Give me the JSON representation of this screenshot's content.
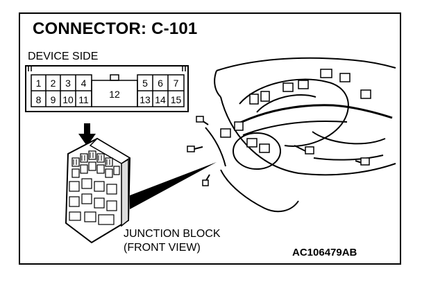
{
  "title": "CONNECTOR: C-101",
  "device_side_label": "DEVICE SIDE",
  "junction_block_label_line1": "JUNCTION BLOCK",
  "junction_block_label_line2": "(FRONT VIEW)",
  "figure_code": "AC106479AB",
  "connector": {
    "left_top": [
      "1",
      "2",
      "3",
      "4"
    ],
    "left_bottom": [
      "8",
      "9",
      "10",
      "11"
    ],
    "center": "12",
    "right_top": [
      "5",
      "6",
      "7"
    ],
    "right_bottom": [
      "13",
      "14",
      "15"
    ]
  }
}
